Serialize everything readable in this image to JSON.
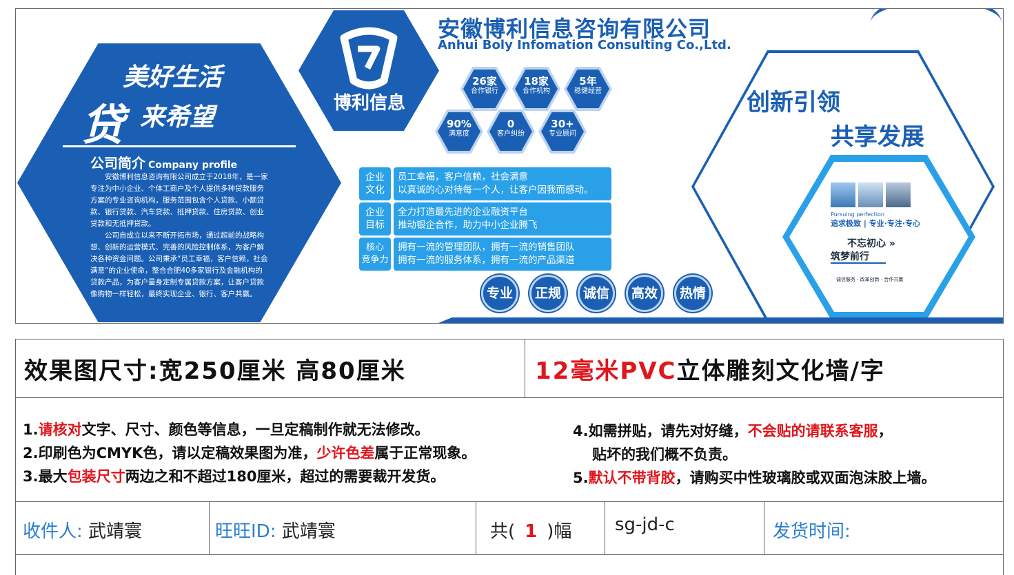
{
  "banner": {
    "slogan_line1": "美好生活",
    "slogan_big_char": "贷",
    "slogan_line2": "来希望",
    "profile_title_cn": "公司简介",
    "profile_title_en": "Company profile",
    "profile_p1": "安徽博利信息咨询有限公司成立于2018年，是一家专注为中小企业、个体工商户及个人提供多种贷款服务方案的专业咨询机构，服务范围包含个人贷款、小额贷款、银行贷款、汽车贷款、抵押贷款、住房贷款、创业贷款和无抵押贷款。",
    "profile_p2": "公司自成立以来不断开拓市场，通过超前的战略构想、创新的运营模式、完善的风险控制体系，为客户解决各种资金问题。公司秉承“员工幸福，客户信赖，社会满意”的企业使命，整合合肥40多家银行及金融机构的贷款产品，为客户量身定制专属贷款方案，让客户贷款像购物一样轻松，最终实现企业、银行、客户共赢。",
    "logo_text": "博利信息",
    "company_cn": "安徽博利信息咨询有限公司",
    "company_en": "Anhui Boly Infomation Consulting Co.,Ltd.",
    "stats": [
      {
        "value": "26家",
        "label": "合作银行"
      },
      {
        "value": "18家",
        "label": "合作机构"
      },
      {
        "value": "5年",
        "label": "稳健经营"
      },
      {
        "value": "90%",
        "label": "满意度"
      },
      {
        "value": "0",
        "label": "客户纠纷"
      },
      {
        "value": "30+",
        "label": "专业顾问"
      }
    ],
    "culture_rows": [
      {
        "label1": "企业",
        "label2": "文化",
        "line1": "员工幸福，客户信赖，社会满意",
        "line2": "以真诚的心对待每一个人，让客户因我而感动。"
      },
      {
        "label1": "企业",
        "label2": "目标",
        "line1": "全力打造最先进的企业融资平台",
        "line2": "推动银企合作，助力中小企业腾飞"
      },
      {
        "label1": "核心",
        "label2": "竞争力",
        "line1": "拥有一流的管理团队，拥有一流的销售团队",
        "line2": "拥有一流的服务体系，拥有一流的产品渠道"
      }
    ],
    "values": [
      "专业",
      "正规",
      "诚信",
      "高效",
      "热情"
    ],
    "right_slogan1": "创新引领",
    "right_slogan2": "共享发展",
    "pursue_en": "Pursuing perfection",
    "pursue_cn": "追求极致 | 专业·专注·专心",
    "motto1": "不忘初心 »",
    "motto2": "筑梦前行",
    "tagline": "诚信服务 · 改革创新 · 合作共赢"
  },
  "spec": {
    "size_text": "效果图尺寸:宽250厘米  高80厘米",
    "material_red": "12毫米PVC",
    "material_rest": "立体雕刻文化墙/字"
  },
  "notes": {
    "n1_a": "1.",
    "n1_red": "请核对",
    "n1_b": "文字、尺寸、颜色等信息，一旦定稿制作就无法修改。",
    "n2_a": "2.印刷色为CMYK色，请以定稿效果图为准，",
    "n2_red": "少许色差",
    "n2_b": "属于正常现象。",
    "n3_a": "3.最大",
    "n3_red": "包装尺寸",
    "n3_b": "两边之和不超过180厘米，超过的需要裁开发货。",
    "n4_a": "4.如需拼贴，请先对好缝，",
    "n4_red": "不会贴的请联系客服",
    "n4_b": "，",
    "n4_line2": "贴坏的我们概不负责。",
    "n5_a": "5.",
    "n5_red": "默认不带背胶",
    "n5_b": "，请购买中性玻璃胶或双面泡沫胶上墙。"
  },
  "footer": {
    "recipient_label": "收件人:",
    "recipient_value": "武靖寰",
    "wangwang_label": "旺旺ID:",
    "wangwang_value": "武靖寰",
    "count_prefix": "共(",
    "count_value": "1",
    "count_suffix": ")幅",
    "code": "sg-jd-c",
    "ship_label": "发货时间:"
  }
}
